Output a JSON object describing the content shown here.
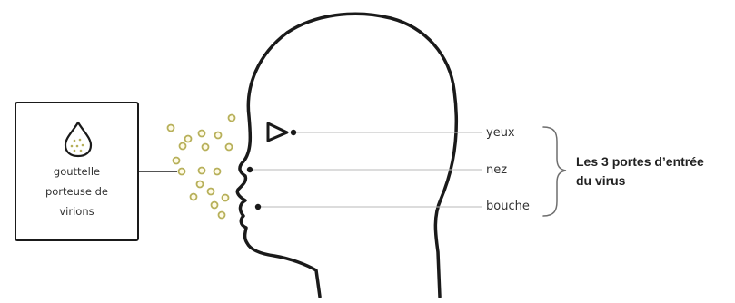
{
  "droplet": {
    "icon": "droplet-icon",
    "caption": "gouttelle\nporteuse de\nvirions"
  },
  "entry_points": [
    {
      "label": "yeux"
    },
    {
      "label": "nez"
    },
    {
      "label": "bouche"
    }
  ],
  "summary": {
    "line1": "Les 3 portes d’entrée",
    "line2": "du virus"
  },
  "colors": {
    "outline": "#1a1a1a",
    "particle": "#b7b05a",
    "guide_line": "#b9b9b9"
  }
}
